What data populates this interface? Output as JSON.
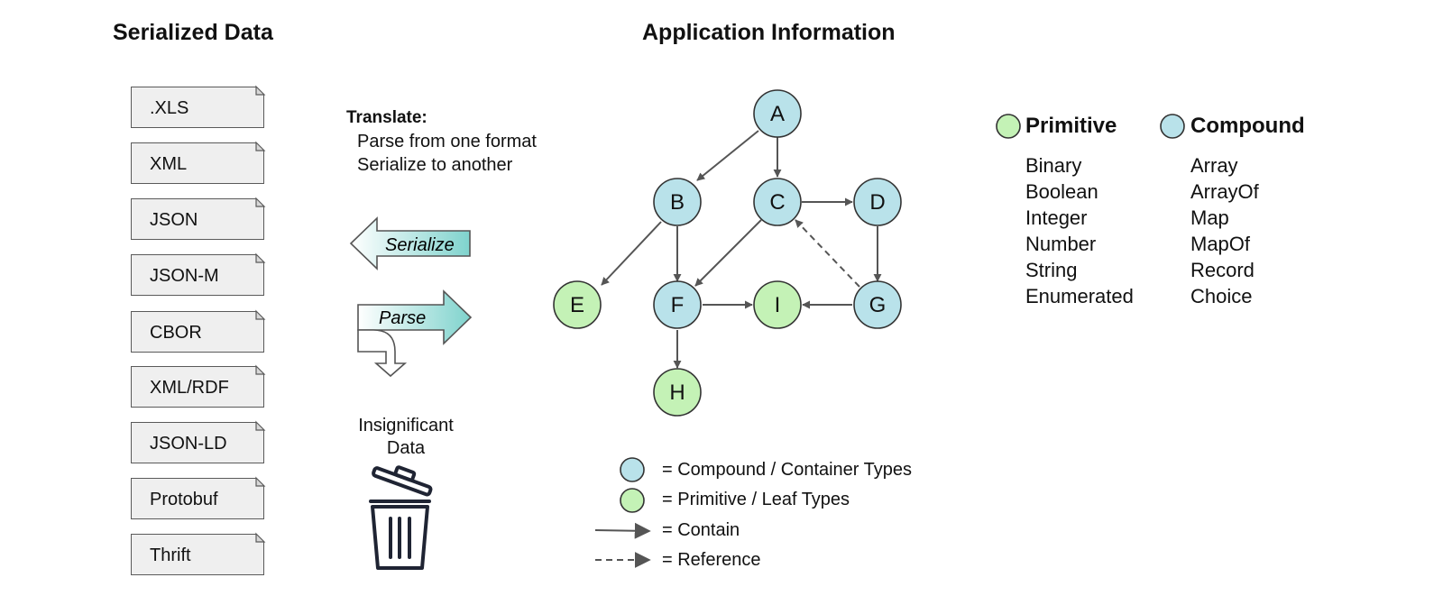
{
  "headings": {
    "serialized": "Serialized Data",
    "application": "Application Information"
  },
  "formats": [
    ".XLS",
    "XML",
    "JSON",
    "JSON-M",
    "CBOR",
    "XML/RDF",
    "JSON-LD",
    "Protobuf",
    "Thrift"
  ],
  "translate": {
    "title": "Translate:",
    "line1": "Parse from one format",
    "line2": "Serialize to another"
  },
  "arrows": {
    "serialize": "Serialize",
    "parse": "Parse"
  },
  "insignificant": {
    "line1": "Insignificant",
    "line2": "Data"
  },
  "graph": {
    "nodes": [
      {
        "id": "A",
        "kind": "compound"
      },
      {
        "id": "B",
        "kind": "compound"
      },
      {
        "id": "C",
        "kind": "compound"
      },
      {
        "id": "D",
        "kind": "compound"
      },
      {
        "id": "E",
        "kind": "primitive"
      },
      {
        "id": "F",
        "kind": "compound"
      },
      {
        "id": "I",
        "kind": "primitive"
      },
      {
        "id": "G",
        "kind": "compound"
      },
      {
        "id": "H",
        "kind": "primitive"
      }
    ],
    "edges": [
      {
        "from": "A",
        "to": "B",
        "type": "contain"
      },
      {
        "from": "A",
        "to": "C",
        "type": "contain"
      },
      {
        "from": "C",
        "to": "D",
        "type": "contain"
      },
      {
        "from": "B",
        "to": "E",
        "type": "contain"
      },
      {
        "from": "B",
        "to": "F",
        "type": "contain"
      },
      {
        "from": "C",
        "to": "F",
        "type": "contain"
      },
      {
        "from": "D",
        "to": "G",
        "type": "contain"
      },
      {
        "from": "F",
        "to": "I",
        "type": "contain"
      },
      {
        "from": "G",
        "to": "I",
        "type": "contain"
      },
      {
        "from": "F",
        "to": "H",
        "type": "contain"
      },
      {
        "from": "G",
        "to": "C",
        "type": "reference"
      }
    ]
  },
  "key": {
    "compound": "= Compound / Container Types",
    "primitive": "= Primitive / Leaf Types",
    "contain": "= Contain",
    "reference": "= Reference"
  },
  "types": {
    "primitive_title": "Primitive",
    "primitive": [
      "Binary",
      "Boolean",
      "Integer",
      "Number",
      "String",
      "Enumerated"
    ],
    "compound_title": "Compound",
    "compound": [
      "Array",
      "ArrayOf",
      "Map",
      "MapOf",
      "Record",
      "Choice"
    ]
  },
  "colors": {
    "compound": "#b9e2ea",
    "primitive": "#c4f2b6",
    "edge": "#555555",
    "file_fill": "#efefef"
  },
  "icons": {
    "trash": "trash-can-icon"
  }
}
